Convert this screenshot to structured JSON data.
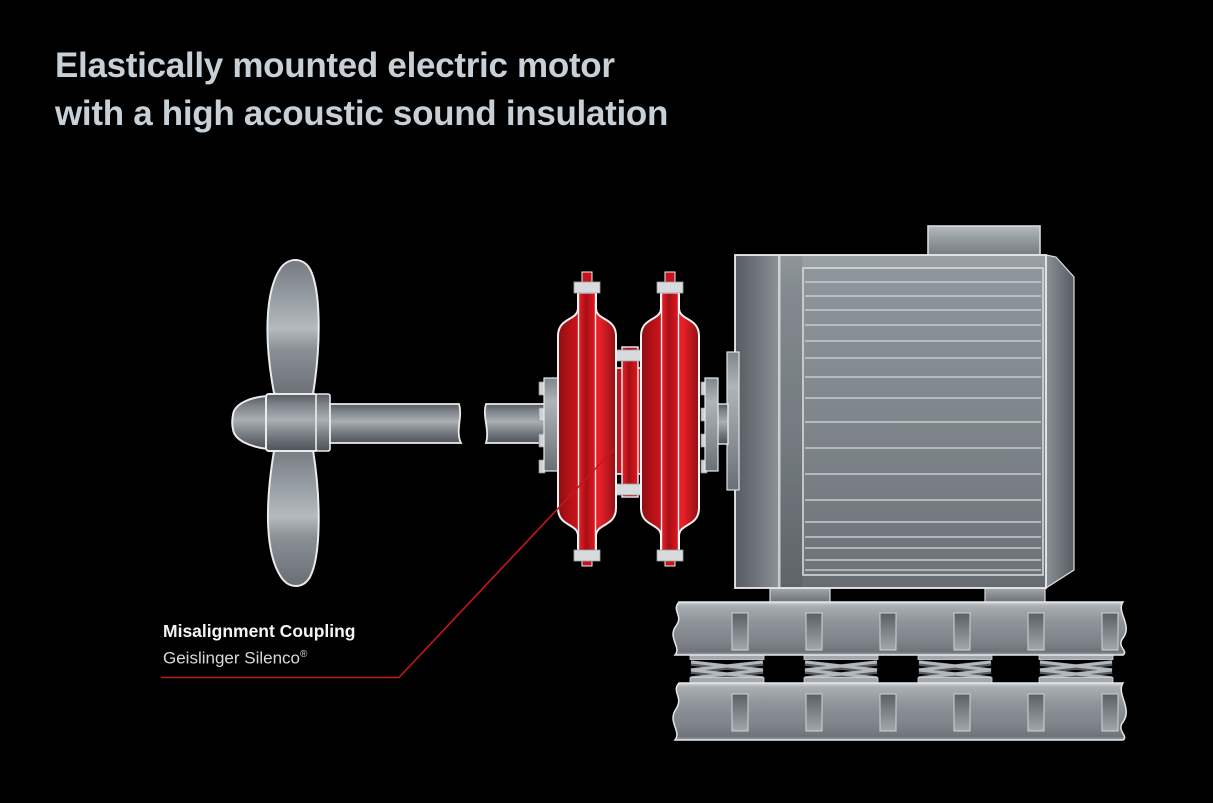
{
  "title": {
    "line1": "Elastically mounted electric motor",
    "line2": "with a high acoustic sound insulation"
  },
  "callout": {
    "name": "Misalignment Coupling",
    "brand": "Geislinger Silenco",
    "registered_mark": "®"
  },
  "colors": {
    "background": "#000000",
    "title_text": "#c7d0d7",
    "callout_primary": "#f5f5f5",
    "callout_secondary": "#d9d9d9",
    "accent_red": "#c4161e",
    "coupling_red_bright": "#dd171f",
    "coupling_red_dark": "#8a0e12",
    "metal_gray": "#8a9095",
    "metal_gray_dark": "#5e646a",
    "metal_outline": "#e9ebec"
  }
}
